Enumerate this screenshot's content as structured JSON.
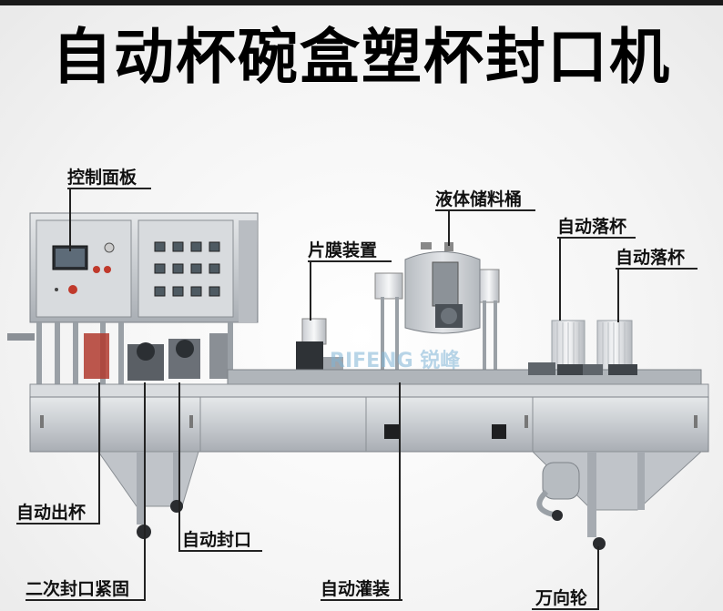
{
  "title": "自动杯碗盒塑杯封口机",
  "watermark": "RIFENG 锐峰",
  "labels": {
    "control_panel": "控制面板",
    "liquid_tank": "液体储料桶",
    "film_device": "片膜装置",
    "auto_cup_drop_1": "自动落杯",
    "auto_cup_drop_2": "自动落杯",
    "auto_cup_out": "自动出杯",
    "auto_seal": "自动封口",
    "secondary_seal": "二次封口紧固",
    "auto_filling": "自动灌装",
    "universal_wheel": "万向轮"
  },
  "colors": {
    "steel": "#c9ccd0",
    "steel_dark": "#9aa0a6",
    "text": "#111111"
  }
}
